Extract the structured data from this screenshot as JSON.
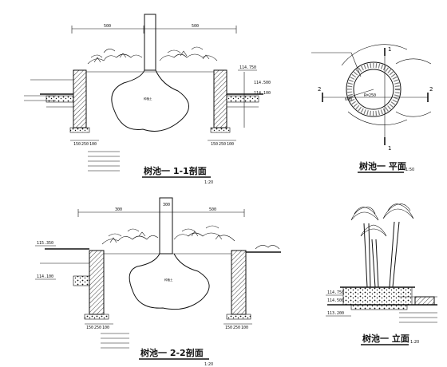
{
  "section_1_1": {
    "title": "树池一 1-1剖面",
    "scale": "1:20",
    "dims": {
      "left": "500",
      "right": "500",
      "bottom": [
        "150",
        "250",
        "100"
      ]
    },
    "elevations": [
      "114.750",
      "114.500",
      "114.100"
    ],
    "root_label": "种植土"
  },
  "plan": {
    "title": "树池一 平面",
    "scale": "1:50",
    "cut_labels": [
      "1",
      "1",
      "2",
      "2"
    ],
    "dims": [
      "600",
      "R=250"
    ]
  },
  "section_2_2": {
    "title": "树池一 2-2剖面",
    "scale": "1:20",
    "dims": {
      "left": "300",
      "center": "300",
      "right": "500",
      "bottom": [
        "150",
        "250",
        "100"
      ]
    },
    "elevations": [
      "115.350",
      "114.100"
    ],
    "root_label": "种植土"
  },
  "elevation": {
    "title": "树池一 立面",
    "scale": "1:20",
    "elevations": [
      "114.750",
      "114.500",
      "113.200"
    ]
  }
}
